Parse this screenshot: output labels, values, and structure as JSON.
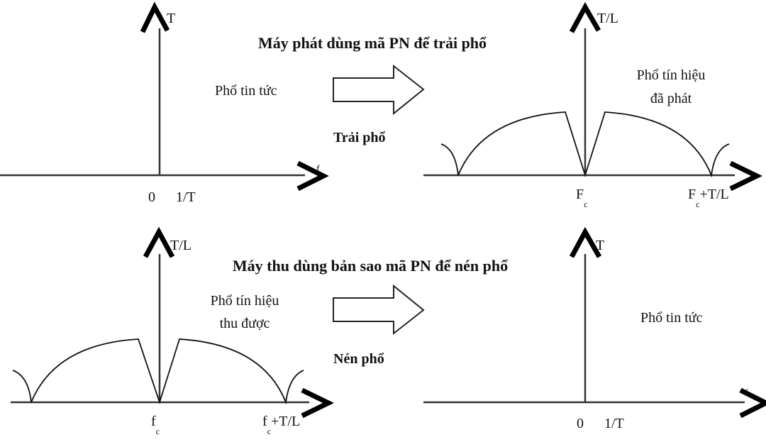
{
  "top": {
    "title": "Máy phát dùng mã PN để trải phổ",
    "arrow_label": "Trải phổ",
    "left_panel": {
      "y_label": "T",
      "x_label": "f",
      "tick_0": "0",
      "tick_1": "1/T",
      "caption": "Phổ tin tức"
    },
    "right_panel": {
      "y_label": "T/L",
      "caption_line1": "Phổ tín hiệu",
      "caption_line2": "đã phát",
      "tick_center": {
        "main": "F",
        "sub": "c"
      },
      "tick_right": {
        "main": "F",
        "sub": "c",
        "suffix": "+T/L"
      }
    }
  },
  "bottom": {
    "title": "Máy thu dùng bản sao mã PN để nén phổ",
    "arrow_label": "Nén phổ",
    "left_panel": {
      "y_label": "T/L",
      "caption_line1": "Phổ tín hiệu",
      "caption_line2": "thu được",
      "tick_center": {
        "main": "f",
        "sub": "c"
      },
      "tick_right": {
        "main": "f",
        "sub": "c",
        "suffix": "+T/L"
      }
    },
    "right_panel": {
      "y_label": "T",
      "x_label": "f",
      "tick_0": "0",
      "tick_1": "1/T",
      "caption": "Phổ tin tức"
    }
  }
}
